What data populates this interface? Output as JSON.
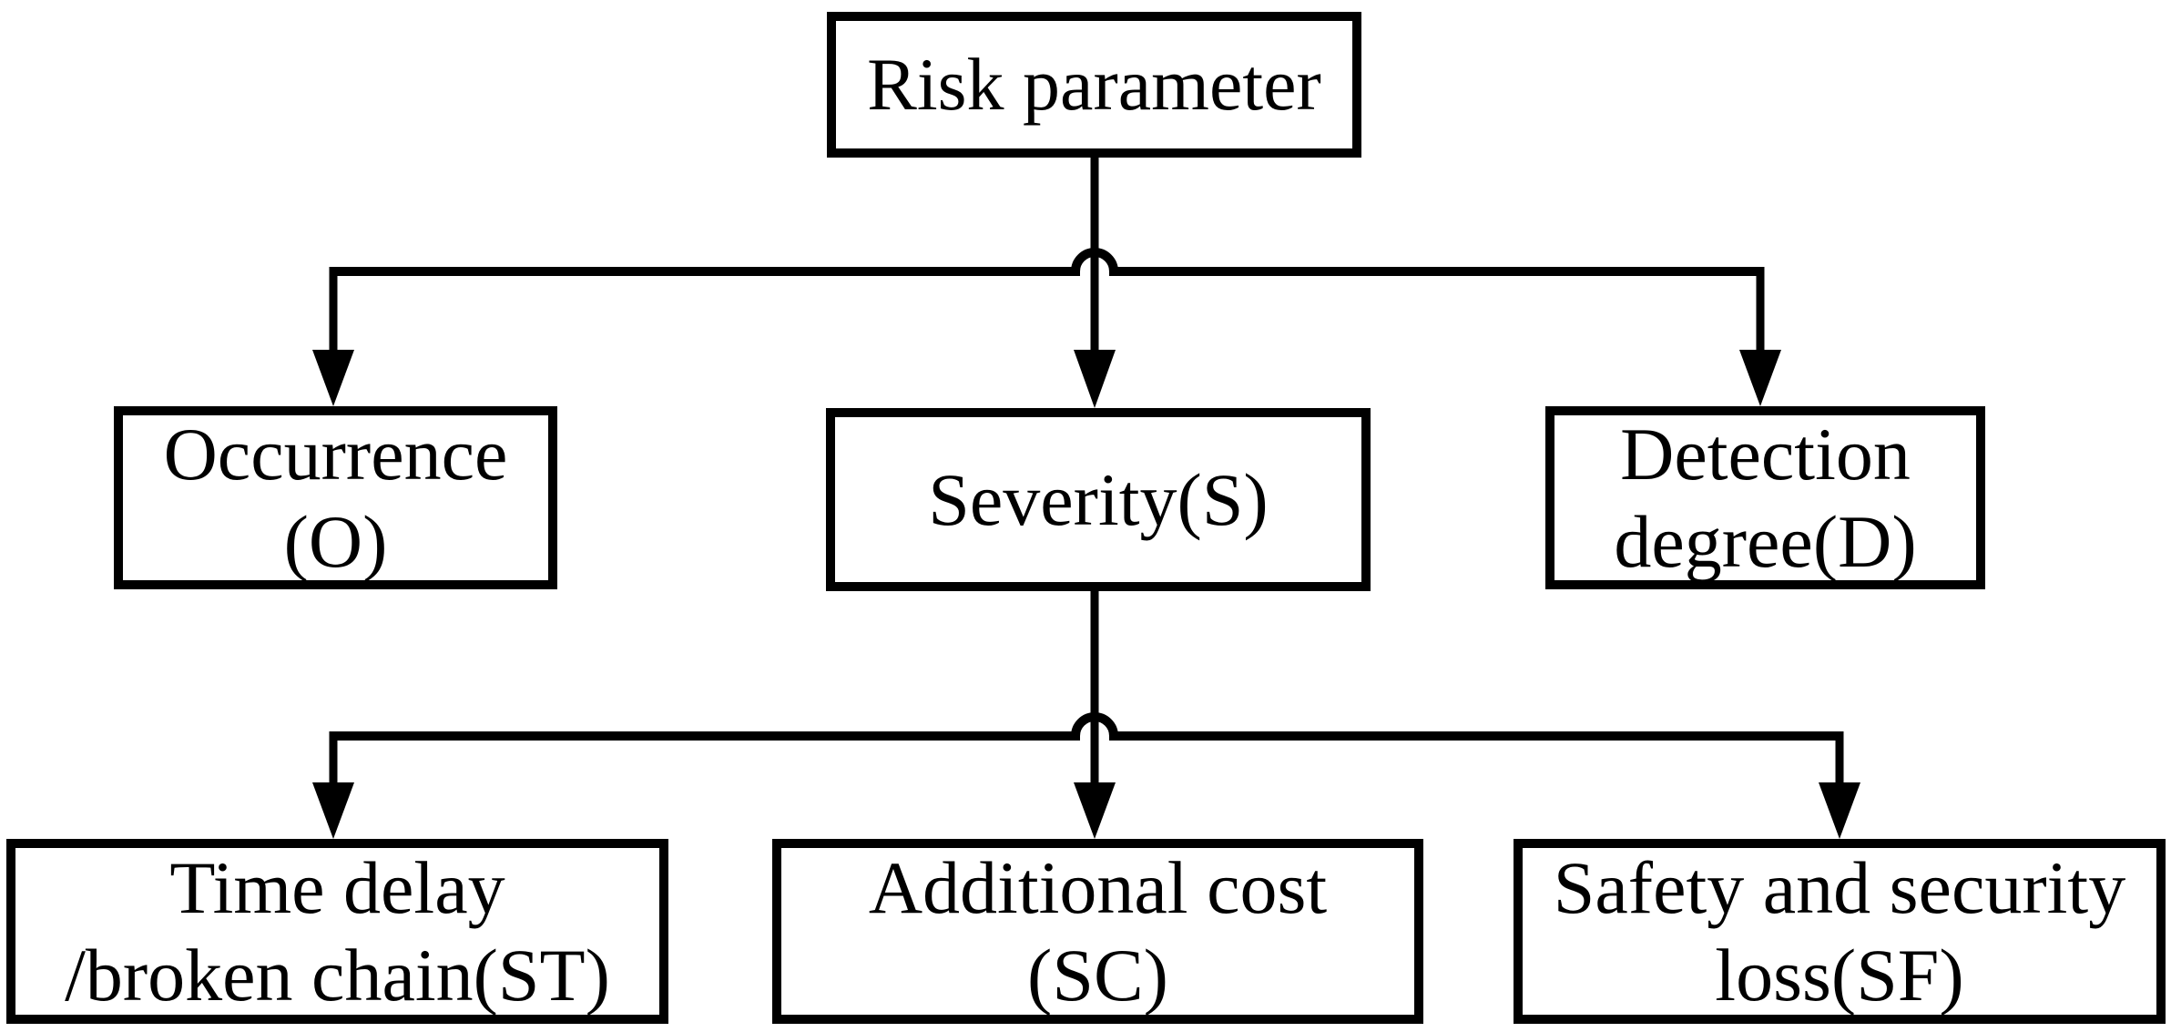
{
  "figure": {
    "type": "hierarchy-diagram",
    "colors": {
      "line": "#000000",
      "text": "#000000",
      "background": "#ffffff"
    },
    "nodes": {
      "root": {
        "lines": [
          "Risk parameter"
        ]
      },
      "occurrence": {
        "lines": [
          "Occurrence",
          "(O)"
        ]
      },
      "severity": {
        "lines": [
          "Severity(S)"
        ]
      },
      "detection": {
        "lines": [
          "Detection",
          "degree(D)"
        ]
      },
      "time_delay": {
        "lines": [
          "Time delay",
          "/broken chain(ST)"
        ]
      },
      "additional_cost": {
        "lines": [
          "Additional cost",
          "(SC)"
        ]
      },
      "safety_loss": {
        "lines": [
          "Safety and security",
          "loss(SF)"
        ]
      }
    },
    "edges": [
      {
        "from": "root",
        "to": "occurrence"
      },
      {
        "from": "root",
        "to": "severity"
      },
      {
        "from": "root",
        "to": "detection"
      },
      {
        "from": "severity",
        "to": "time_delay"
      },
      {
        "from": "severity",
        "to": "additional_cost"
      },
      {
        "from": "severity",
        "to": "safety_loss"
      }
    ]
  }
}
